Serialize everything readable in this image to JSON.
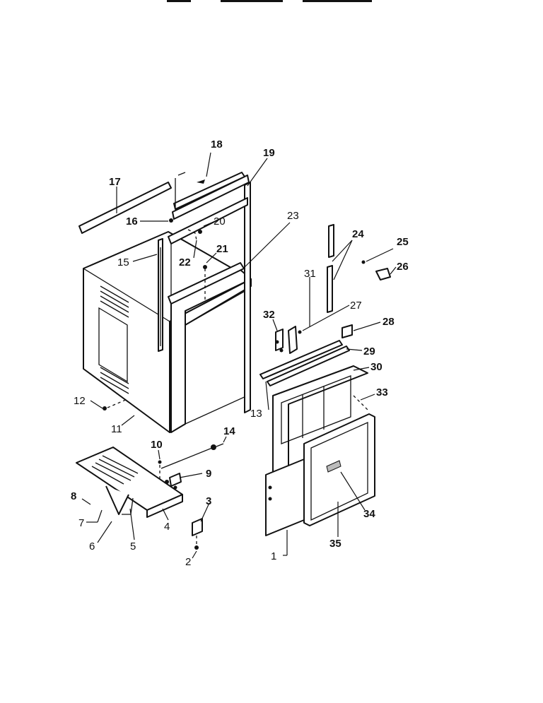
{
  "callouts": [
    "1",
    "2",
    "3",
    "4",
    "5",
    "6",
    "7",
    "8",
    "9",
    "10",
    "11",
    "12",
    "13",
    "14",
    "15",
    "16",
    "17",
    "18",
    "19",
    "20",
    "21",
    "22",
    "23",
    "24",
    "25",
    "26",
    "27",
    "28",
    "29",
    "30",
    "31",
    "32",
    "33",
    "34",
    "35"
  ]
}
